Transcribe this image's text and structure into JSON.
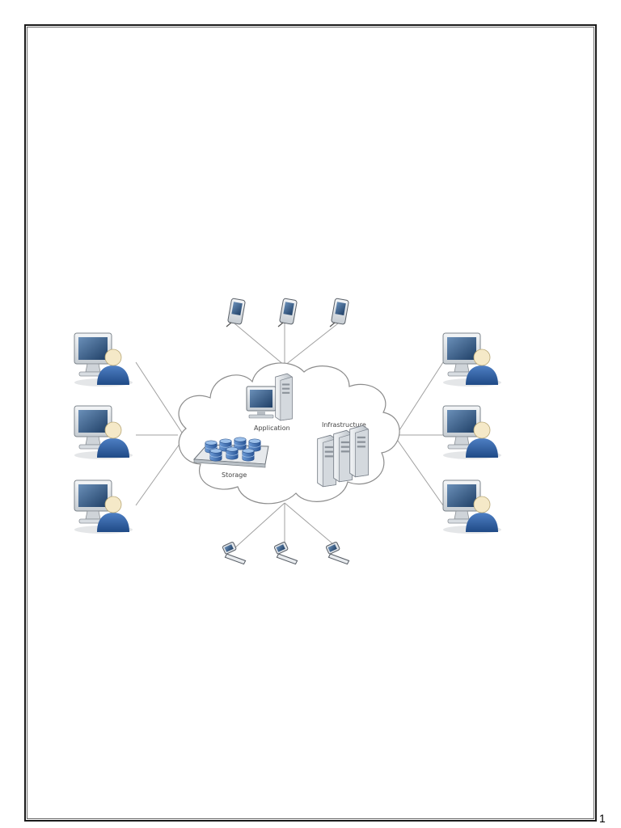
{
  "diagram": {
    "labels": {
      "application": "Application",
      "infrastructure": "Infrastructure",
      "storage": "Storage"
    },
    "colors": {
      "server_fill": "#dfe3e6",
      "database_blue": "#3a6eb8",
      "person_blue": "#2f5d9e",
      "monitor_screen": "#2b4f7a",
      "link_line": "#9a9a9a",
      "cloud_stroke": "#8c8c8c"
    },
    "icons": {
      "client": "person-at-computer-icon",
      "handheld": "pda-icon",
      "phone": "mobile-phone-icon",
      "app_server": "server-with-monitor-icon",
      "infra": "server-rack-icon",
      "db": "database-icon"
    }
  },
  "footer": {
    "page_number": "1"
  }
}
